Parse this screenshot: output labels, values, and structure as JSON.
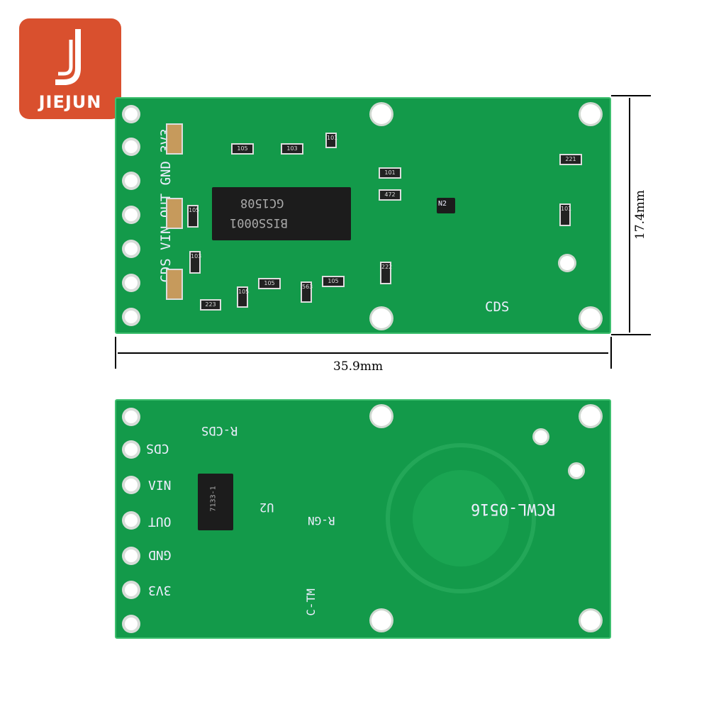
{
  "logo": {
    "brand": "JIEJUN",
    "color": "#d9502e"
  },
  "dimensions": {
    "width": "35.9mm",
    "height": "17.4mm"
  },
  "front": {
    "pin_labels": "CDS VIN OUT GND 3V3",
    "cds_label": "CDS",
    "ic_line1": "GC1508",
    "ic_line2": "BISS0001",
    "transistor": "N2",
    "components": [
      "105",
      "103",
      "101",
      "105",
      "103",
      "223",
      "105",
      "105",
      "563",
      "105",
      "101",
      "472",
      "222",
      "221",
      "101"
    ]
  },
  "back": {
    "r_cds": "R-CDS",
    "cds": "CDS",
    "vin": "VIN",
    "out": "OUT",
    "gnd": "GND",
    "v33": "3V3",
    "u2": "U2",
    "r_gn": "R-GN",
    "c_tm": "C-TM",
    "model": "RCWL-0516",
    "regulator": "7133-1"
  },
  "pcb_color": "#139a4a"
}
